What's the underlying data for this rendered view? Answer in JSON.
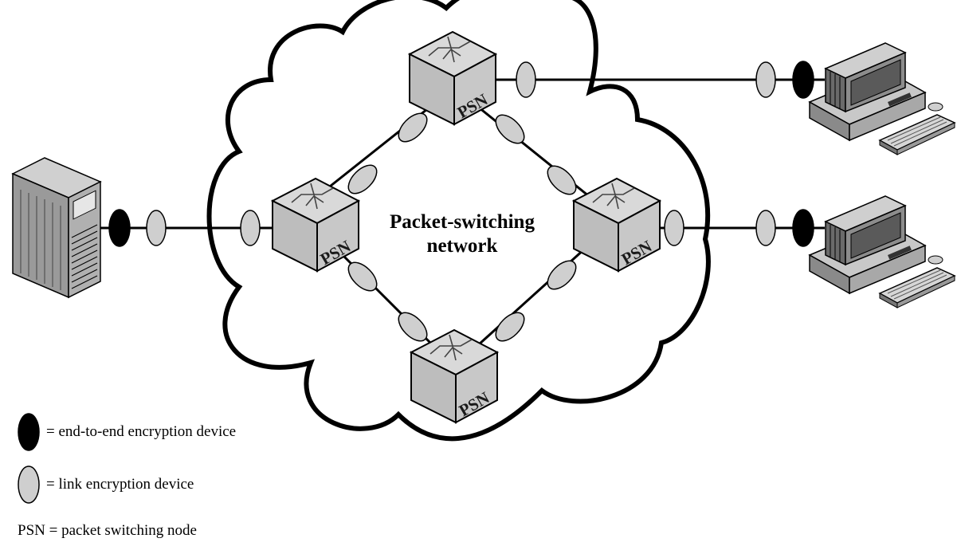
{
  "network": {
    "title_line1": "Packet-switching",
    "title_line2": "network"
  },
  "nodes": [
    {
      "label": "PSN"
    },
    {
      "label": "PSN"
    },
    {
      "label": "PSN"
    },
    {
      "label": "PSN"
    }
  ],
  "legend": {
    "end_to_end": "= end-to-end encryption device",
    "link": "= link encryption device",
    "psn": "PSN = packet switching node"
  },
  "colors": {
    "link_device": "#cfcfcf",
    "end_to_end_device": "#000000",
    "node_face": "#c8c8c8",
    "outline": "#000000"
  }
}
